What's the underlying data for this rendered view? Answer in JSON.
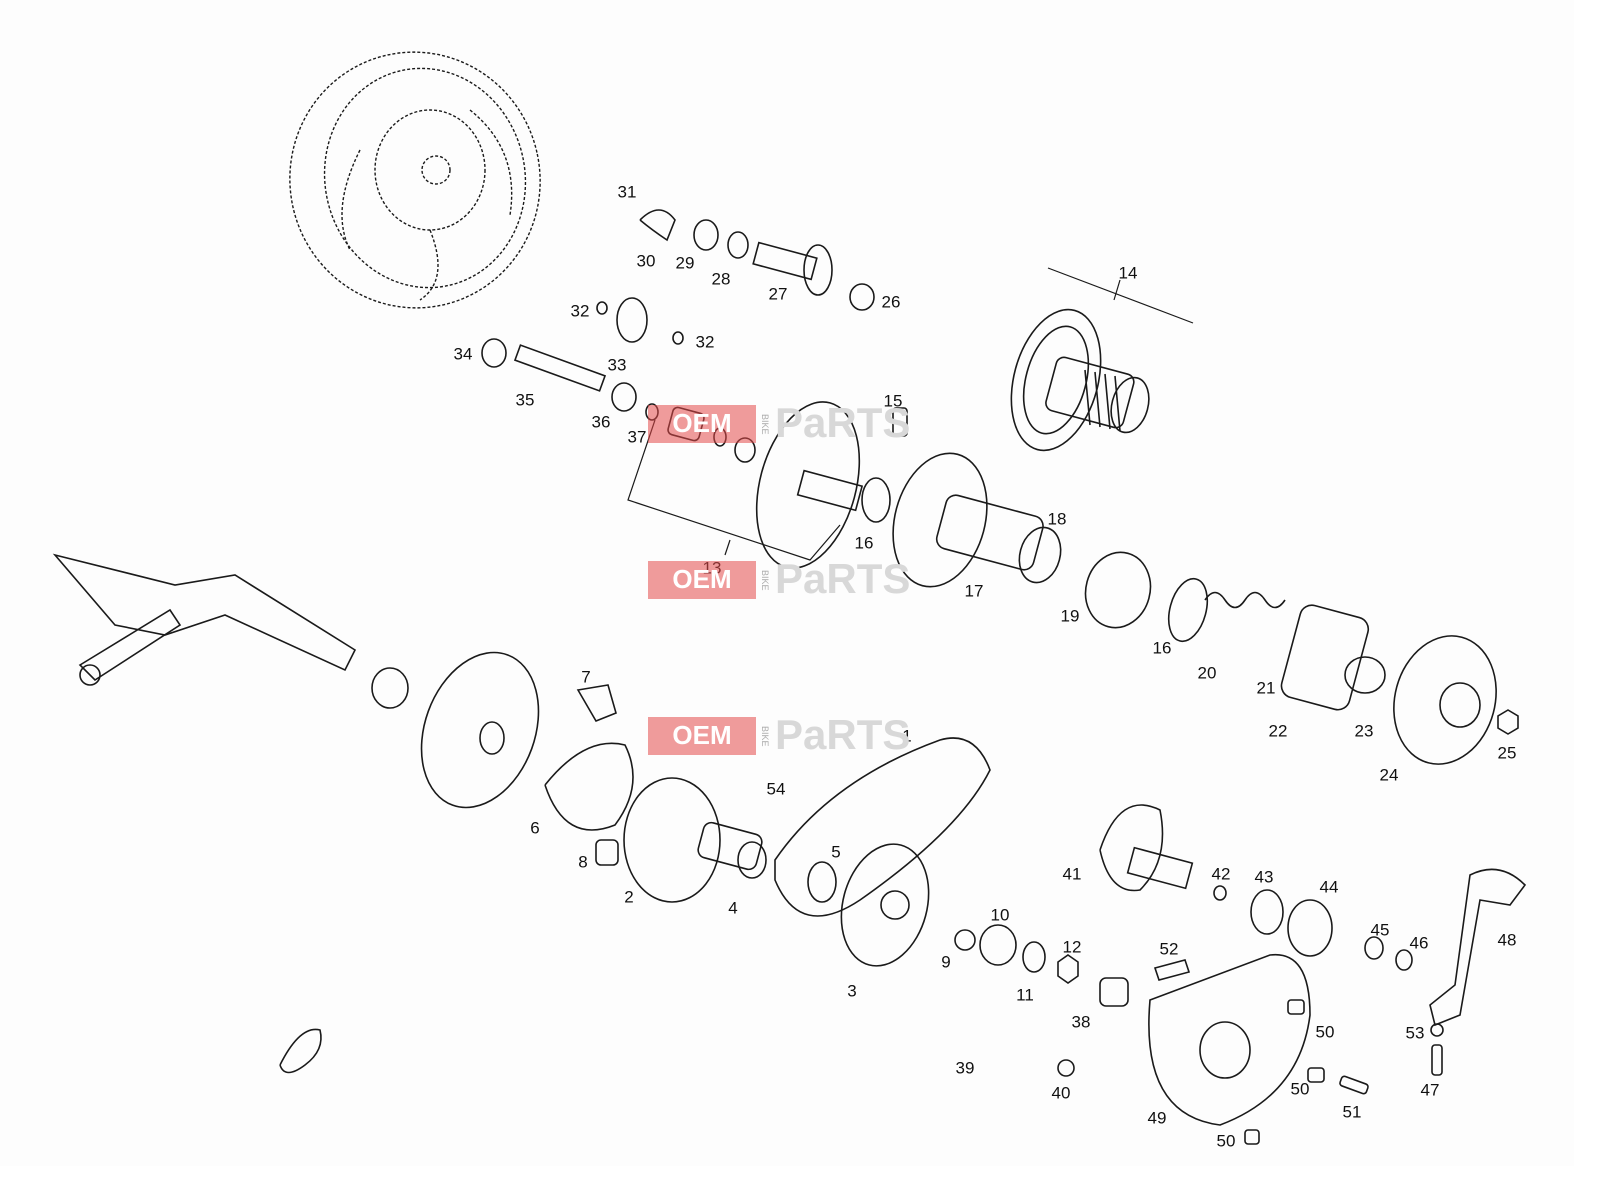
{
  "watermark": {
    "oem": "OEM",
    "bike": "BIKE",
    "parts": "PaRTS"
  },
  "labels": [
    "1",
    "2",
    "3",
    "4",
    "5",
    "6",
    "7",
    "8",
    "9",
    "10",
    "11",
    "12",
    "13",
    "14",
    "15",
    "16",
    "16",
    "17",
    "18",
    "19",
    "20",
    "21",
    "22",
    "23",
    "24",
    "25",
    "26",
    "27",
    "28",
    "29",
    "30",
    "31",
    "32",
    "32",
    "33",
    "34",
    "35",
    "36",
    "37",
    "38",
    "39",
    "40",
    "41",
    "42",
    "43",
    "44",
    "45",
    "46",
    "47",
    "48",
    "49",
    "50",
    "50",
    "50",
    "51",
    "52",
    "53",
    "54"
  ]
}
